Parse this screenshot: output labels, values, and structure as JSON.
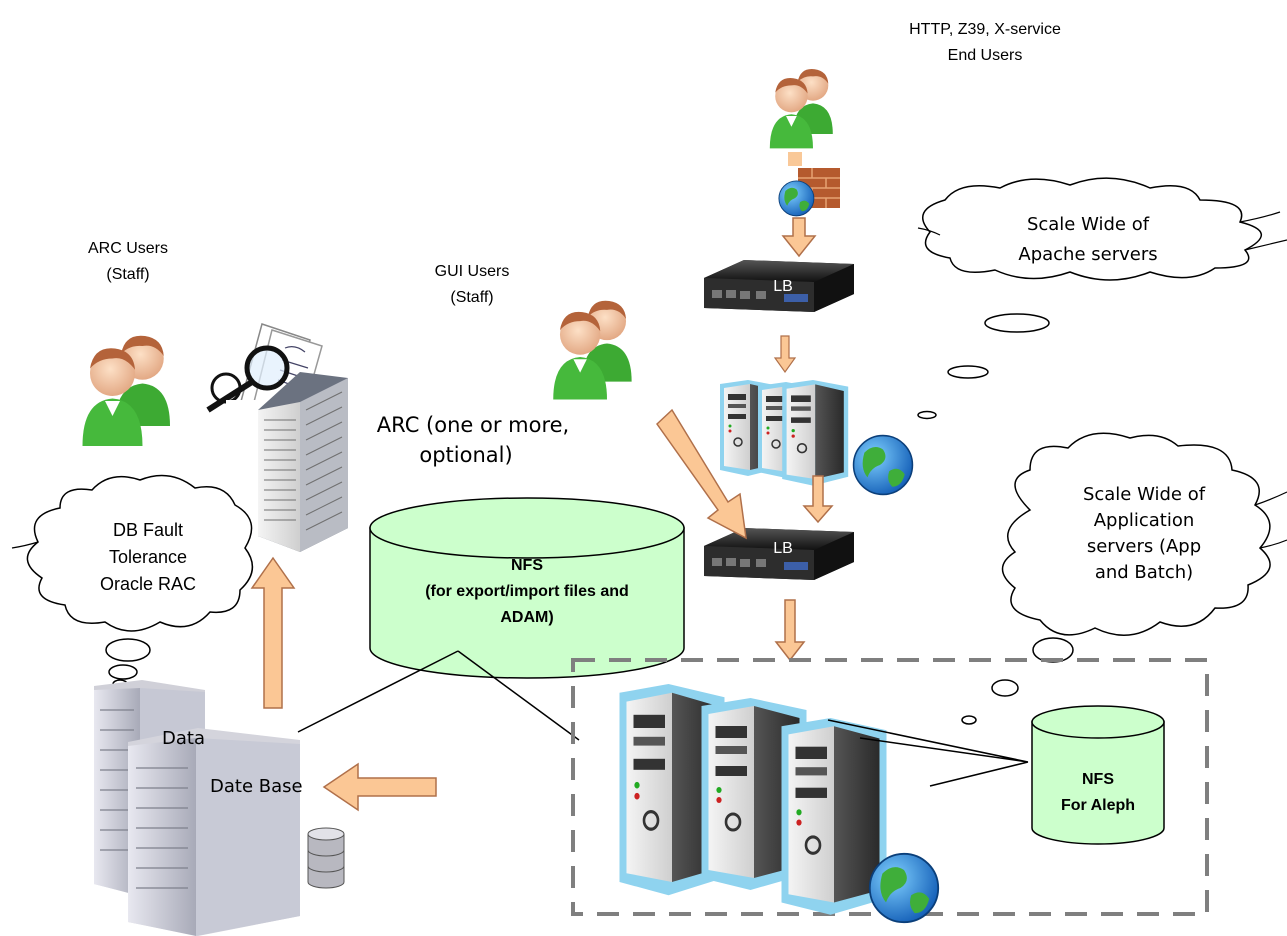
{
  "labels": {
    "end_users_line1": "HTTP, Z39, X-service",
    "end_users_line2": "End Users",
    "arc_users_line1": "ARC Users",
    "arc_users_line2": "(Staff)",
    "gui_users_line1": "GUI Users",
    "gui_users_line2": "(Staff)",
    "arc_server_line1": "ARC (one or more,",
    "arc_server_line2": "optional)",
    "lb_top": "LB",
    "lb_bottom": "LB",
    "nfs_main_line1": "NFS",
    "nfs_main_line2": "(for export/import files and",
    "nfs_main_line3": "ADAM)",
    "nfs_aleph_line1": "NFS",
    "nfs_aleph_line2": "For Aleph",
    "database_back": "Data",
    "database_front": "Date Base"
  },
  "clouds": {
    "apache_line1": "Scale Wide of",
    "apache_line2": "Apache servers",
    "app_line1": "Scale Wide of",
    "app_line2": "Application",
    "app_line3": "servers (App",
    "app_line4": "and Batch)",
    "db_line1": "DB Fault",
    "db_line2": "Tolerance",
    "db_line3": "Oracle RAC"
  },
  "colors": {
    "arrow_fill": "#fbc795",
    "arrow_stroke": "#b0704a",
    "cylinder_fill": "#ccffcc",
    "server_outline": "#8fd3ef",
    "user_shirt": "#3daa33",
    "dashed_border": "#7f7f7f"
  },
  "icons": [
    "users-icon",
    "firewall-globe-icon",
    "load-balancer-icon",
    "web-server-icon",
    "globe-icon",
    "application-server-icon",
    "database-server-icon",
    "database-cylinder-icon",
    "document-magnifier-icon",
    "arc-server-icon"
  ]
}
